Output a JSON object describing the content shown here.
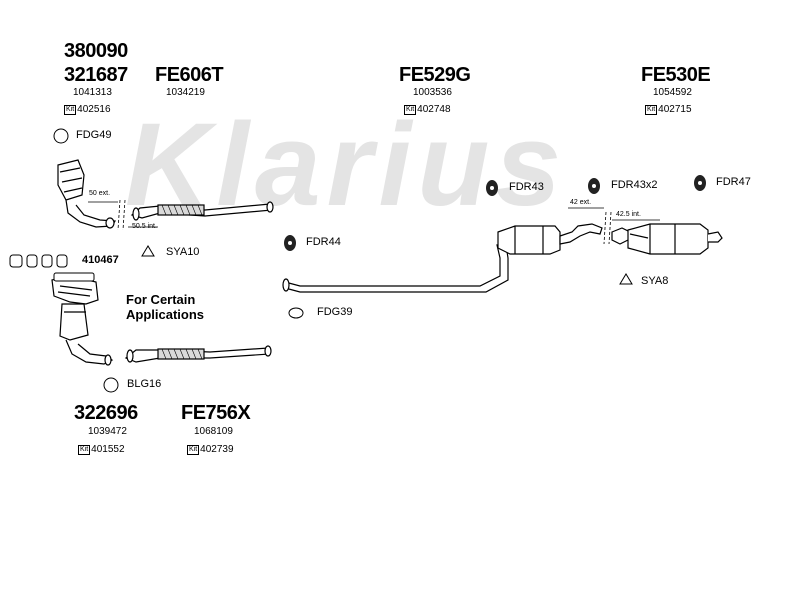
{
  "watermark": {
    "text": "Klarius"
  },
  "groups": {
    "manifold": {
      "part_numbers": [
        "380090",
        "321687"
      ],
      "ref": "1041313",
      "kit_tag": "Kit",
      "kit": "402516"
    },
    "front_pipe": {
      "part": "FE606T",
      "ref": "1034219"
    },
    "middle": {
      "part": "FE529G",
      "ref": "1003536",
      "kit_tag": "Kit",
      "kit": "402748"
    },
    "rear": {
      "part": "FE530E",
      "ref": "1054592",
      "kit_tag": "Kit",
      "kit": "402715"
    },
    "alt_manifold": {
      "part": "322696",
      "ref": "1039472",
      "kit_tag": "Kit",
      "kit": "401552"
    },
    "alt_pipe": {
      "part": "FE756X",
      "ref": "1068109",
      "kit_tag": "Kit",
      "kit": "402739"
    }
  },
  "fittings": {
    "fdg49": "FDG49",
    "fdr43": "FDR43",
    "fdr43x2": "FDR43x2",
    "fdr47": "FDR47",
    "fdr44": "FDR44",
    "sya10": "SYA10",
    "sya8": "SYA8",
    "fdg39": "FDG39",
    "blg16": "BLG16",
    "gaskets_410467": "410467"
  },
  "notes": {
    "certain_line1": "For Certain",
    "certain_line2": "Applications",
    "ext50": "50 ext.",
    "int505": "50.5 int.",
    "ext42": "42 ext.",
    "int425": "42.5 int."
  }
}
